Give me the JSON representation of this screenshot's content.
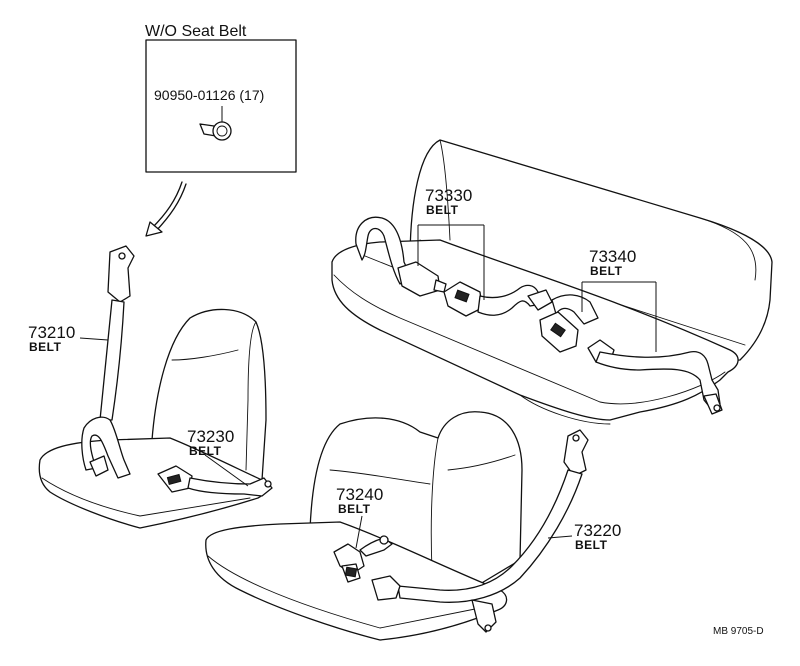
{
  "inset": {
    "title": "W/O Seat Belt",
    "part": "90950-01126 (17)"
  },
  "callouts": [
    {
      "id": "73330",
      "number": "73330",
      "name": "BELT"
    },
    {
      "id": "73340",
      "number": "73340",
      "name": "BELT"
    },
    {
      "id": "73210",
      "number": "73210",
      "name": "BELT"
    },
    {
      "id": "73230",
      "number": "73230",
      "name": "BELT"
    },
    {
      "id": "73240",
      "number": "73240",
      "name": "BELT"
    },
    {
      "id": "73220",
      "number": "73220",
      "name": "BELT"
    }
  ],
  "reference_code": "MB 9705-D",
  "colors": {
    "line": "#111111",
    "background": "#ffffff"
  }
}
